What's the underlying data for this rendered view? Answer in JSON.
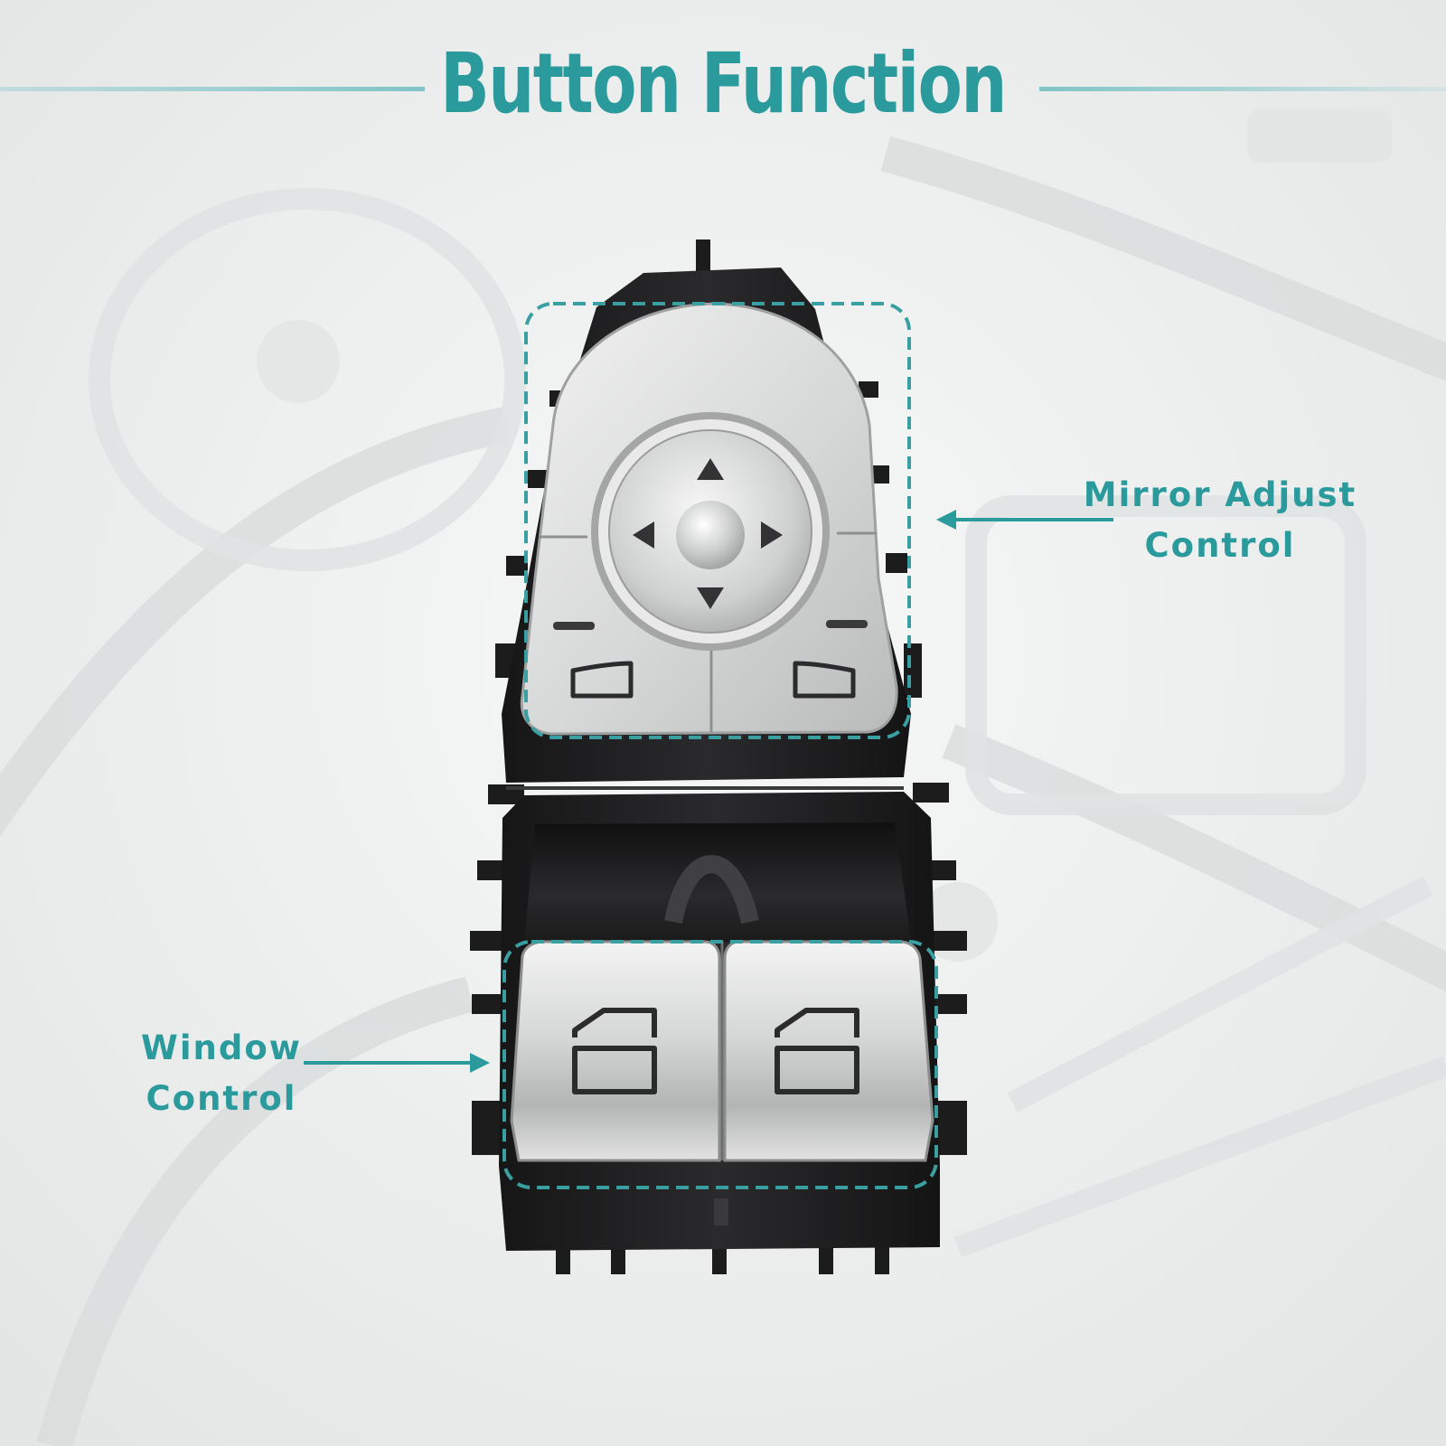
{
  "title": "Button Function",
  "callouts": {
    "mirror": {
      "line1": "Mirror Adjust",
      "line2": "Control"
    },
    "window": {
      "line1": "Window",
      "line2": "Control"
    }
  },
  "colors": {
    "accent": "#2a9a9c",
    "accent_light": "#7fc4c8",
    "housing": "#1b1b1c",
    "silver": "#d8d9d9",
    "background": "#f1f2f2"
  },
  "icons": {
    "mirror_left": "mirror-left-icon",
    "mirror_right": "mirror-right-icon",
    "window_left": "window-left-icon",
    "window_right": "window-right-icon",
    "arrows": [
      "arrow-up-icon",
      "arrow-down-icon",
      "arrow-left-icon",
      "arrow-right-icon"
    ]
  }
}
